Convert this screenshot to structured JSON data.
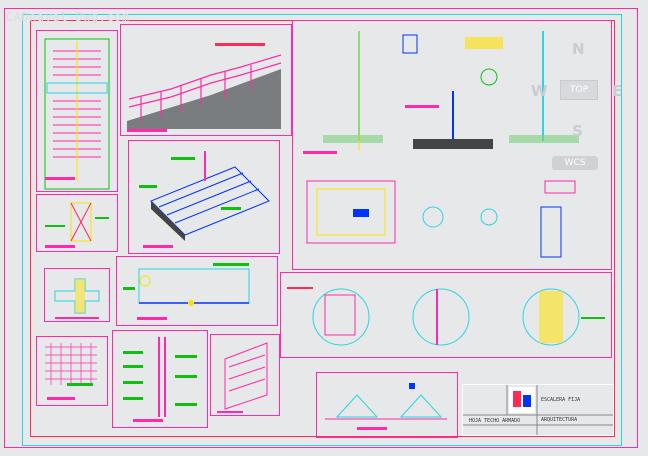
{
  "viewer": {
    "watermark": "CADnaval-Dwg.com",
    "nav_north": "N",
    "nav_south": "S",
    "nav_east": "E",
    "nav_west": "W",
    "view_top_label": "TOP",
    "wcs_label": "WCS"
  },
  "drawing": {
    "title_block": {
      "project": "ESCALERA FIJA",
      "sheet": "ARQUITECTURA",
      "subtitle": "HOJA TECHO ARMADO"
    }
  },
  "colors": {
    "frame": "#ff2aa8",
    "frame_inner": "#29d5e3",
    "line_cyan": "#29d5e3",
    "line_green": "#10c010",
    "line_red": "#ff2a55",
    "line_blue": "#0033ff",
    "line_yellow": "#ffe000"
  }
}
